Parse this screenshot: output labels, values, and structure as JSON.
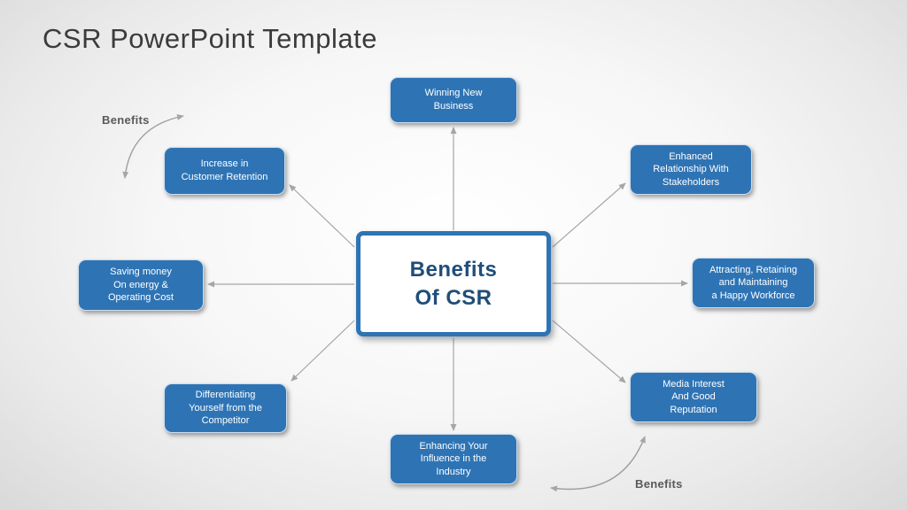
{
  "slide": {
    "title": "CSR PowerPoint Template",
    "center_title": "Benefits\nOf CSR",
    "annotation_top_left": "Benefits",
    "annotation_bottom_right": "Benefits",
    "nodes": [
      {
        "id": "winning-new-business",
        "label": "Winning New\nBusiness"
      },
      {
        "id": "enhanced-relationship-with-stakeholders",
        "label": "Enhanced\nRelationship With\nStakeholders"
      },
      {
        "id": "attracting-retaining-happy-workforce",
        "label": "Attracting, Retaining\nand Maintaining\na Happy Workforce"
      },
      {
        "id": "media-interest-good-reputation",
        "label": "Media Interest\nAnd Good\nReputation"
      },
      {
        "id": "enhancing-influence-industry",
        "label": "Enhancing Your\nInfluence in the\nIndustry"
      },
      {
        "id": "differentiating-from-competitor",
        "label": "Differentiating\nYourself from the\nCompetitor"
      },
      {
        "id": "saving-money-operating-cost",
        "label": "Saving money\nOn energy &\nOperating Cost"
      },
      {
        "id": "increase-customer-retention",
        "label": "Increase in\nCustomer Retention"
      }
    ],
    "colors": {
      "node_fill": "#2E74B5",
      "center_border": "#2E74B5",
      "center_text": "#1F4E79",
      "connector": "#A6A6A6",
      "title_text": "#3B3B3B",
      "annotation_text": "#595959",
      "background_edge": "#D9D9D9"
    }
  }
}
